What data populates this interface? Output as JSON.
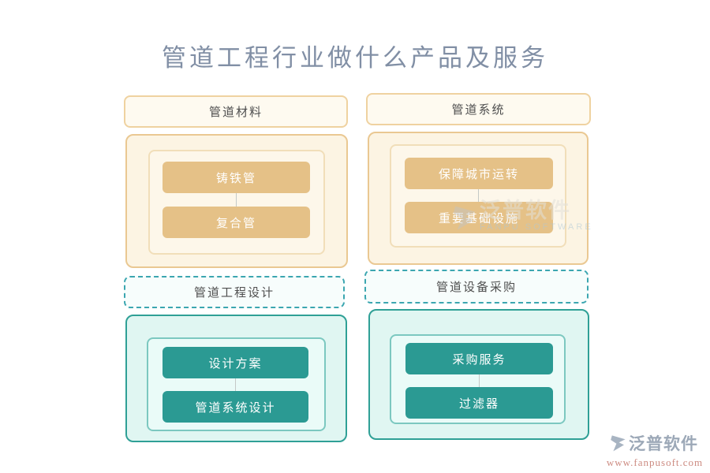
{
  "page": {
    "title": "管道工程行业做什么产品及服务"
  },
  "groups": [
    {
      "header": "管道材料",
      "items": [
        "铸铁管",
        "复合管"
      ]
    },
    {
      "header": "管道系统",
      "items": [
        "保障城市运转",
        "重要基础设施"
      ]
    },
    {
      "header": "管道工程设计",
      "items": [
        "设计方案",
        "管道系统设计"
      ]
    },
    {
      "header": "管道设备采购",
      "items": [
        "采购服务",
        "过滤器"
      ]
    }
  ],
  "watermarks": {
    "center": {
      "name": "泛普软件",
      "caption": "FANPU SOFTWARE"
    },
    "corner": {
      "name": "泛普软件",
      "url": "www.fanpusoft.com"
    }
  },
  "colors": {
    "tan_button": "#E5C187",
    "tan_border": "#EAC892",
    "teal_button": "#2B9A93",
    "teal_border": "#2FA096",
    "dashed_border": "#3BA6B0",
    "title_text": "#818FA5"
  }
}
